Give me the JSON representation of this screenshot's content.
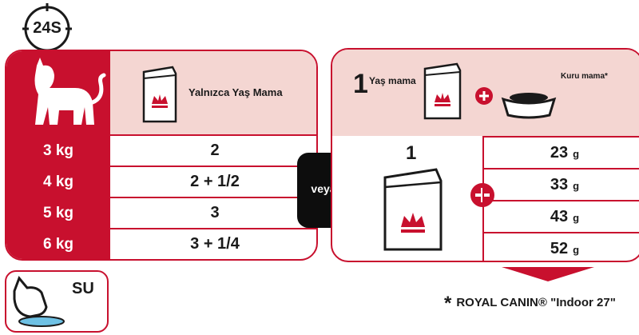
{
  "colors": {
    "brand_red": "#c8102e",
    "header_pink": "#f4d6d2",
    "veya_black": "#0d0d0d"
  },
  "badge": {
    "label": "24S"
  },
  "left_table": {
    "header_label": "Yalnızca Yaş Mama",
    "rows": [
      {
        "weight": "3 kg",
        "amount": "2"
      },
      {
        "weight": "4 kg",
        "amount": "2 + 1/2"
      },
      {
        "weight": "5 kg",
        "amount": "3"
      },
      {
        "weight": "6 kg",
        "amount": "3 + 1/4"
      }
    ]
  },
  "divider": {
    "label": "veya"
  },
  "right_table": {
    "header_number": "1",
    "header_wet_label": "Yaş mama",
    "header_dry_label": "Kuru mama*",
    "pouch_count": "1",
    "unit": "g",
    "dry_amounts": [
      "23",
      "33",
      "43",
      "52"
    ]
  },
  "water": {
    "label": "SU"
  },
  "footnote": {
    "star": "*",
    "text": "ROYAL CANIN® \"Indoor 27\""
  }
}
